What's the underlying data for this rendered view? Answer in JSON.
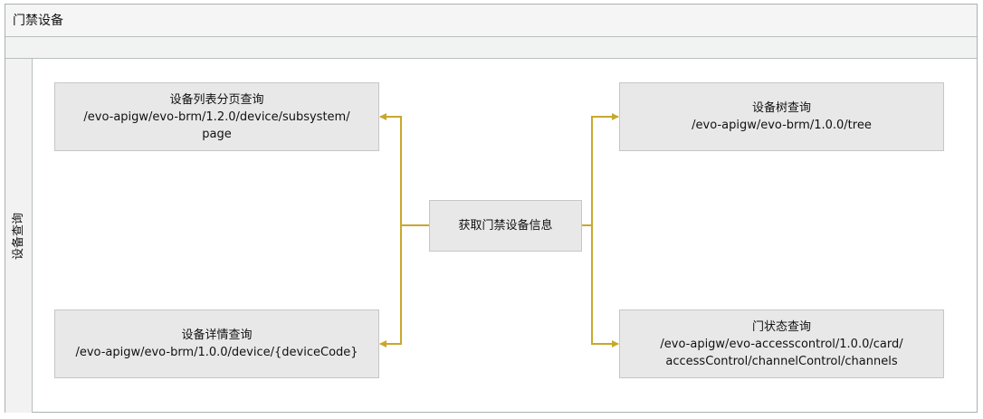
{
  "pool_title": "门禁设备",
  "lane_label": "设备查询",
  "connector_color": "#c8a82c",
  "center_node": {
    "text": "获取门禁设备信息"
  },
  "nodes": {
    "paged_list": {
      "title": "设备列表分页查询",
      "path_line1": "/evo-apigw/evo-brm/1.2.0/device/subsystem/",
      "path_line2": "page"
    },
    "device_detail": {
      "title": "设备详情查询",
      "path_line1": "/evo-apigw/evo-brm/1.0.0/device/{deviceCode}"
    },
    "device_tree": {
      "title": "设备树查询",
      "path_line1": "/evo-apigw/evo-brm/1.0.0/tree"
    },
    "door_status": {
      "title": "门状态查询",
      "path_line1": "/evo-apigw/evo-accesscontrol/1.0.0/card/",
      "path_line2": "accessControl/channelControl/channels"
    }
  }
}
